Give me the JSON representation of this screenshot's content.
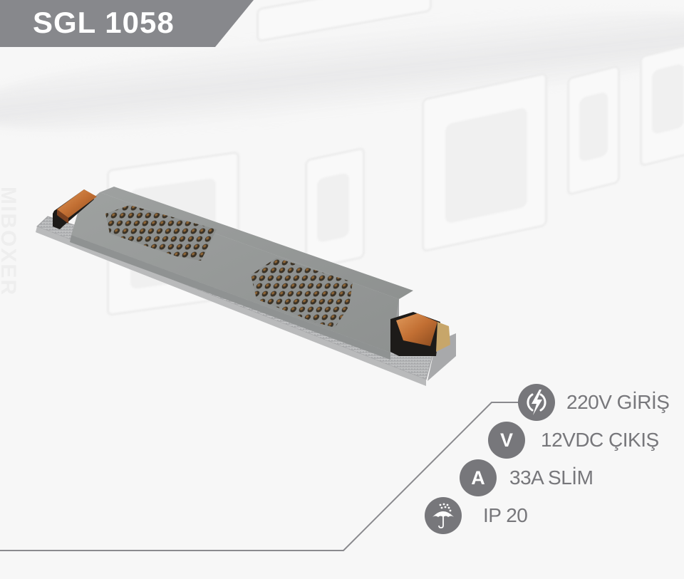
{
  "header": {
    "model": "SGL 1058"
  },
  "watermark": "MIBOXER",
  "specs": [
    {
      "icon": "lightning-bolt-icon",
      "label": "220V GİRİŞ"
    },
    {
      "icon": "voltage-v-icon",
      "glyph": "V",
      "label": "12VDC ÇIKIŞ"
    },
    {
      "icon": "ampere-a-icon",
      "glyph": "A",
      "label": "33A SLİM"
    },
    {
      "icon": "umbrella-rain-icon",
      "label": "IP 20"
    }
  ],
  "colors": {
    "banner": "#87888c",
    "icon_fill": "#77777b",
    "text": "#77777b",
    "line": "#8a8a8e",
    "terminal": "#c9773a"
  }
}
